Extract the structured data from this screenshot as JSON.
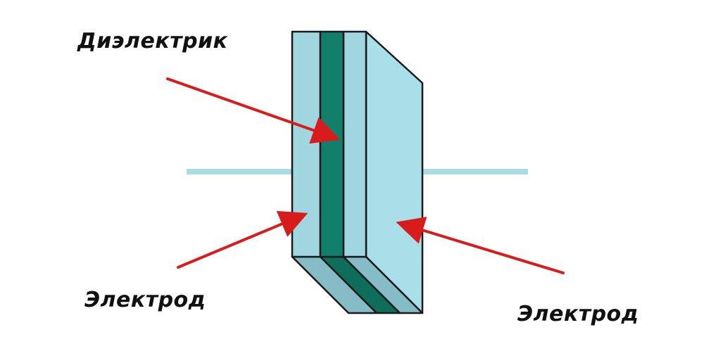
{
  "labels": {
    "dielectric": "Диэлектрик",
    "electrode_left": "Электрод",
    "electrode_right": "Электрод"
  },
  "colors": {
    "outline": "#1a1a1a",
    "plate_front_light": "#9fd6df",
    "plate_right_face": "#a8dfe8",
    "dielectric": "#127f6b",
    "dielectric_bottom": "#0d6e5c",
    "plate_bottom": "#86bcc6",
    "lead_wire": "#a9dbe4",
    "arrow": "#d81c1c",
    "text": "#111111"
  }
}
